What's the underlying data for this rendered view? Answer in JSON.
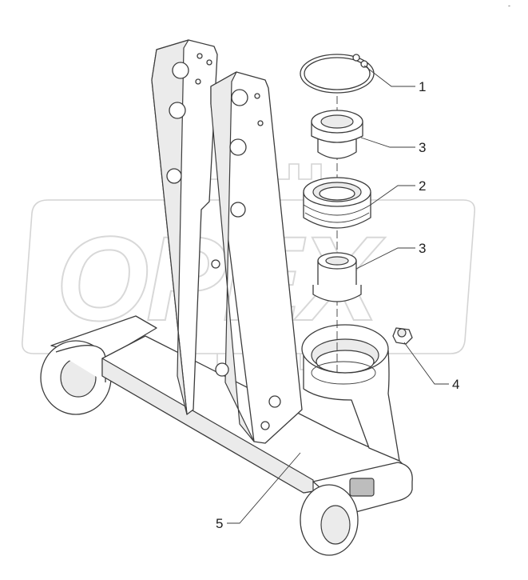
{
  "watermark": {
    "text": "OPEX"
  },
  "corner_mark": {
    "text": "-"
  },
  "parts": [
    {
      "callout": "1",
      "name": "retaining-ring"
    },
    {
      "callout": "3",
      "name": "upper-bushing"
    },
    {
      "callout": "2",
      "name": "spherical-bearing"
    },
    {
      "callout": "3",
      "name": "lower-bushing"
    },
    {
      "callout": "4",
      "name": "grease-fitting"
    },
    {
      "callout": "5",
      "name": "frame-bracket"
    }
  ]
}
